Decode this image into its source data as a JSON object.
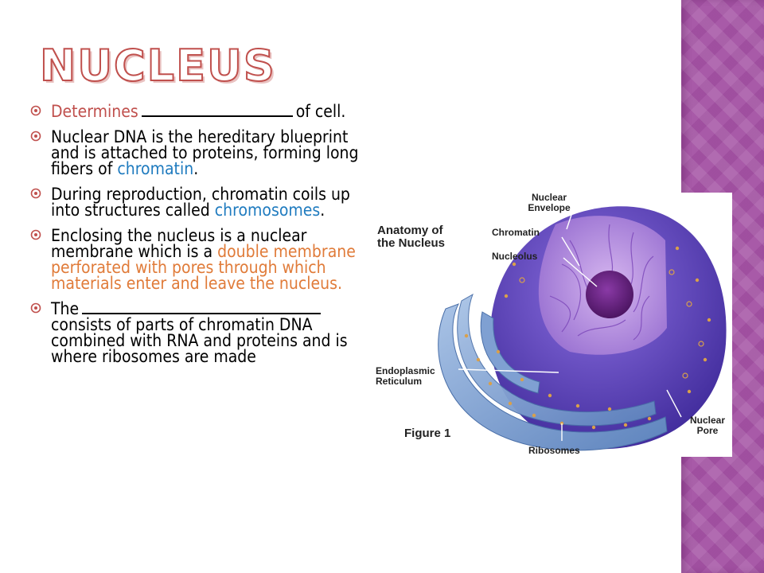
{
  "title": "NUCLEUS",
  "bullets": [
    {
      "pre": "Determines",
      "post": "of cell."
    },
    {
      "text": "Nuclear DNA is the hereditary blueprint and is attached to proteins, forming long fibers of ",
      "highlight": "chromatin",
      "end": "."
    },
    {
      "text": "During reproduction, chromatin coils up into structures called ",
      "highlight": "chromosomes",
      "end": "."
    },
    {
      "text": "Enclosing the nucleus is a nuclear membrane which is a ",
      "highlight": "double membrane perforated with pores through which materials enter and leave the nucleus."
    },
    {
      "pre": "The",
      "text": "consists of parts of chromatin DNA combined with RNA and proteins and is where ribosomes are made"
    }
  ],
  "figure": {
    "heading": "Anatomy of the Nucleus",
    "caption": "Figure 1",
    "labels": {
      "nuclear_envelope": "Nuclear Envelope",
      "chromatin": "Chromatin",
      "nucleolus": "Nucleolus",
      "er": "Endoplasmic Reticulum",
      "ribosomes": "Ribosomes",
      "nuclear_pore": "Nuclear Pore"
    }
  },
  "colors": {
    "title_outline": "#c0504d",
    "red_text": "#c0504d",
    "blue_text": "#1f7bbf",
    "orange_text": "#e07b39",
    "side_strip": "#a85aa8"
  },
  "icons": {
    "bullet": "circle-target-icon"
  }
}
